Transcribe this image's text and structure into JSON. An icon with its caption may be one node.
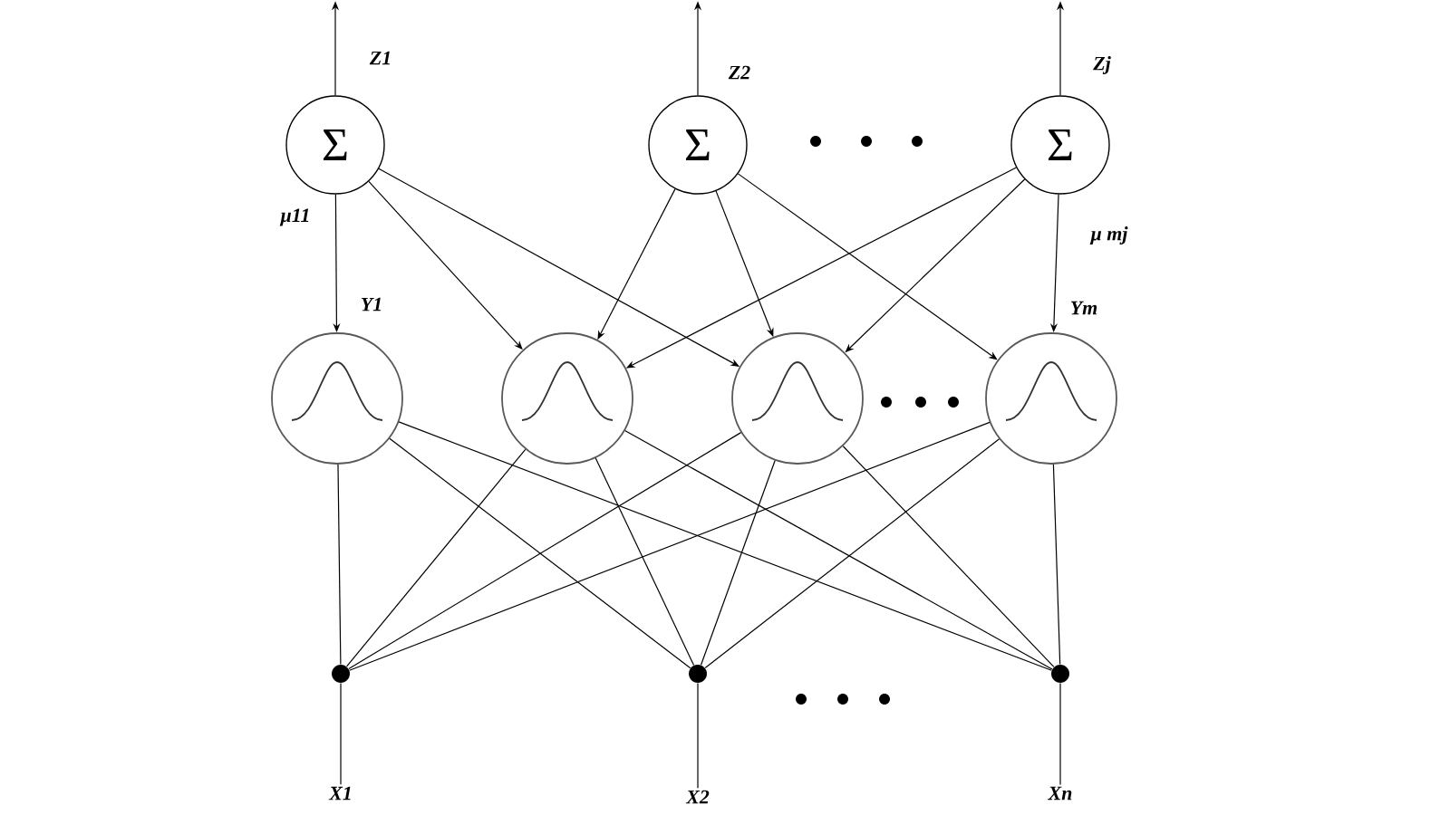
{
  "diagram": {
    "nodes": [
      {
        "text": [
          "Σ"
        ]
      },
      {
        "text": [
          "Σ"
        ]
      },
      {
        "text": [
          "Σ"
        ]
      },
      {
        "text": [],
        "shape": "circle",
        "beside": [
          "Y1"
        ]
      },
      {
        "text": [],
        "shape": "circle"
      },
      {
        "text": [],
        "shape": "circle"
      },
      {
        "text": [],
        "shape": "circle",
        "beside": [
          "Ym"
        ]
      },
      {
        "text": [],
        "shape": "circle"
      },
      {
        "text": [],
        "shape": "circle"
      },
      {
        "text": [],
        "shape": "circle"
      },
      {
        "text": [
          "X1"
        ]
      },
      {
        "text": [
          "X2"
        ]
      },
      {
        "text": [
          "Xn"
        ]
      }
    ],
    "edges": [
      {
        "from": 0,
        "to": null,
        "arrow": "to",
        "label": "Z1"
      },
      {
        "from": 1,
        "to": null,
        "arrow": "to",
        "label": "Z2"
      },
      {
        "from": 2,
        "to": null,
        "arrow": "to",
        "label": "Zj"
      },
      {
        "from": 0,
        "to": 3,
        "arrow": "to",
        "label": "μ11"
      },
      {
        "from": 0,
        "to": 4,
        "arrow": "to"
      },
      {
        "from": 0,
        "to": 5,
        "arrow": "to"
      },
      {
        "from": 1,
        "to": 4,
        "arrow": "to"
      },
      {
        "from": 1,
        "to": 5,
        "arrow": "to"
      },
      {
        "from": 1,
        "to": 6,
        "arrow": "to"
      },
      {
        "from": 2,
        "to": 4,
        "arrow": "to"
      },
      {
        "from": 2,
        "to": 5,
        "arrow": "to"
      },
      {
        "from": 2,
        "to": 6,
        "arrow": "to",
        "label": "μ mj"
      },
      {
        "from": 7,
        "to": 3,
        "arrow": "none"
      },
      {
        "from": 7,
        "to": 4,
        "arrow": "none"
      },
      {
        "from": 7,
        "to": 5,
        "arrow": "none"
      },
      {
        "from": 7,
        "to": 6,
        "arrow": "none"
      },
      {
        "from": 8,
        "to": 3,
        "arrow": "none"
      },
      {
        "from": 8,
        "to": 4,
        "arrow": "none"
      },
      {
        "from": 8,
        "to": 5,
        "arrow": "none"
      },
      {
        "from": 8,
        "to": 6,
        "arrow": "none"
      },
      {
        "from": 9,
        "to": 3,
        "arrow": "none"
      },
      {
        "from": 9,
        "to": 4,
        "arrow": "none"
      },
      {
        "from": 9,
        "to": 5,
        "arrow": "none"
      },
      {
        "from": 9,
        "to": 6,
        "arrow": "none"
      },
      {
        "from": 10,
        "to": 7,
        "arrow": "none"
      },
      {
        "from": 11,
        "to": 8,
        "arrow": "none"
      },
      {
        "from": 12,
        "to": 9,
        "arrow": "none"
      }
    ]
  }
}
